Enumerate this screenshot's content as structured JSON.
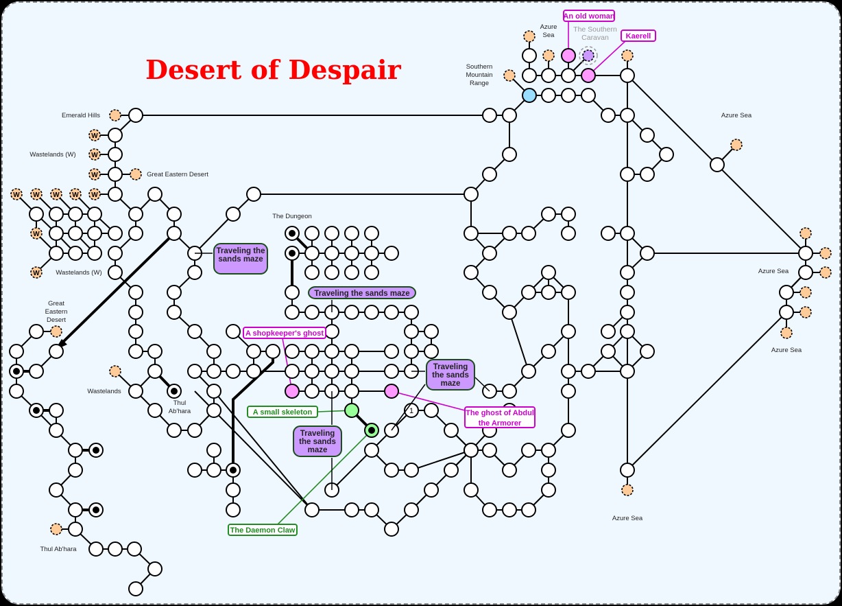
{
  "title": "Desert of Despair",
  "colors": {
    "background": "#f0f8ff",
    "title": "#ff0000",
    "exit": "#ffcc99",
    "maze": "#cc99ff",
    "npc_magenta": "#cc00cc",
    "npc_pink_fill": "#ff99ff",
    "npc_green": "#228b22",
    "npc_green_fill": "#99ff99",
    "special_blue": "#99ddff",
    "caravan_purple": "#cc99ff"
  },
  "region_labels": [
    {
      "id": "emerald-hills",
      "text": "Emerald Hills"
    },
    {
      "id": "wastelands-w-1",
      "text": "Wastelands (W)"
    },
    {
      "id": "great-eastern-desert-1",
      "text": "Great Eastern Desert"
    },
    {
      "id": "wastelands-w-2",
      "text": "Wastelands (W)"
    },
    {
      "id": "great-eastern-desert-2",
      "text": [
        "Great",
        "Eastern",
        "Desert"
      ]
    },
    {
      "id": "wastelands",
      "text": "Wastelands"
    },
    {
      "id": "thul-abhara-1",
      "text": [
        "Thul",
        "Ab'hara"
      ]
    },
    {
      "id": "thul-abhara-2",
      "text": "Thul Ab'hara"
    },
    {
      "id": "the-dungeon",
      "text": "The Dungeon"
    },
    {
      "id": "southern-mountain-range",
      "text": [
        "Southern",
        "Mountain",
        "Range"
      ]
    },
    {
      "id": "azure-sea-1",
      "text": [
        "Azure",
        "Sea"
      ]
    },
    {
      "id": "azure-sea-2",
      "text": "Azure Sea"
    },
    {
      "id": "azure-sea-3",
      "text": "Azure Sea"
    },
    {
      "id": "azure-sea-4",
      "text": "Azure Sea"
    },
    {
      "id": "azure-sea-5",
      "text": "Azure Sea"
    }
  ],
  "caravan_label": [
    "The Southern",
    "Caravan"
  ],
  "maze_boxes": [
    {
      "id": "maze-1",
      "text": [
        "Traveling the",
        "sands maze"
      ]
    },
    {
      "id": "maze-2",
      "text": [
        "Traveling the sands maze"
      ]
    },
    {
      "id": "maze-3",
      "text": [
        "Traveling",
        "the sands",
        "maze"
      ]
    },
    {
      "id": "maze-4",
      "text": [
        "Traveling",
        "the sands",
        "maze"
      ]
    }
  ],
  "npcs": [
    {
      "id": "old-woman",
      "text": [
        "An old woman"
      ],
      "style": "magenta"
    },
    {
      "id": "kaerell",
      "text": [
        "Kaerell"
      ],
      "style": "magenta"
    },
    {
      "id": "shopkeepers-ghost",
      "text": [
        "A shopkeeper's ghost"
      ],
      "style": "magenta"
    },
    {
      "id": "ghost-abdul",
      "text": [
        "The ghost of Abdul",
        "the Armorer"
      ],
      "style": "magenta"
    },
    {
      "id": "small-skeleton",
      "text": [
        "A small skeleton"
      ],
      "style": "green"
    },
    {
      "id": "daemon-claw",
      "text": [
        "The Daemon Claw"
      ],
      "style": "green"
    }
  ],
  "exit_marker_letter": "W",
  "numbered_node_label": "1"
}
